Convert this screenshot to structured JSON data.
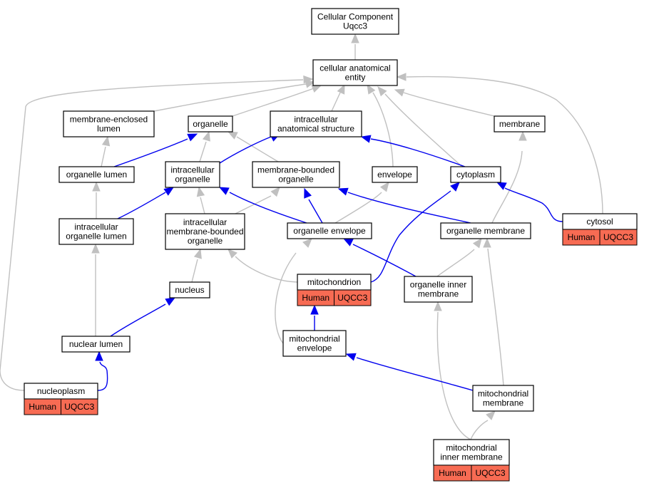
{
  "nodes": {
    "root": [
      "Cellular Component",
      "Uqcc3"
    ],
    "cae": [
      "cellular anatomical",
      "entity"
    ],
    "mel": [
      "membrane-enclosed",
      "lumen"
    ],
    "organelle": [
      "organelle"
    ],
    "ias": [
      "intracellular",
      "anatomical structure"
    ],
    "membrane": [
      "membrane"
    ],
    "olumen": [
      "organelle lumen"
    ],
    "iorg": [
      "intracellular",
      "organelle"
    ],
    "mbo": [
      "membrane-bounded",
      "organelle"
    ],
    "envelope": [
      "envelope"
    ],
    "cytoplasm": [
      "cytoplasm"
    ],
    "cytosol": [
      "cytosol"
    ],
    "iol": [
      "intracellular",
      "organelle lumen"
    ],
    "imbo": [
      "intracellular",
      "membrane-bounded",
      "organelle"
    ],
    "oenv": [
      "organelle envelope"
    ],
    "omem": [
      "organelle membrane"
    ],
    "mito": [
      "mitochondrion"
    ],
    "oim": [
      "organelle inner",
      "membrane"
    ],
    "nucleus": [
      "nucleus"
    ],
    "nlumen": [
      "nuclear lumen"
    ],
    "menv": [
      "mitochondrial",
      "envelope"
    ],
    "nplasm": [
      "nucleoplasm"
    ],
    "mmem": [
      "mitochondrial",
      "membrane"
    ],
    "mim": [
      "mitochondrial",
      "inner membrane"
    ]
  },
  "annotations": {
    "cytosol": [
      "Human",
      "UQCC3"
    ],
    "mito": [
      "Human",
      "UQCC3"
    ],
    "nplasm": [
      "Human",
      "UQCC3"
    ],
    "mim": [
      "Human",
      "UQCC3"
    ]
  },
  "colors": {
    "is_a_edge": "#c0c0c0",
    "part_of_edge": "#0000ee",
    "annotation_fill": "#f76b53"
  }
}
